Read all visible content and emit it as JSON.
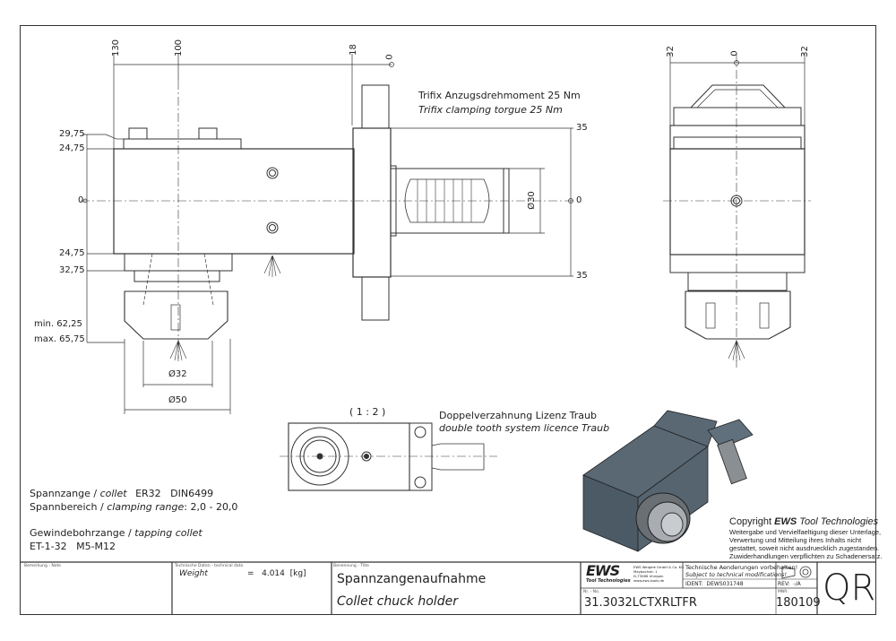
{
  "drawing": {
    "side_view": {
      "top_dims": [
        "130",
        "100",
        "18",
        "0"
      ],
      "left_dims": [
        "29,75",
        "24,75",
        "0",
        "24,75",
        "32,75",
        "min. 62,25",
        "max. 65,75"
      ],
      "bottom_dims": [
        "Ø32",
        "Ø50"
      ],
      "right_dims": [
        "35",
        "0",
        "35"
      ],
      "shank_dim": "Ø30"
    },
    "front_view": {
      "top_dims": [
        "32",
        "0",
        "32"
      ]
    },
    "torque_note": {
      "de": "Trifix Anzugsdrehmoment  25 Nm",
      "en": "Trifix clamping torgue  25 Nm"
    },
    "top_view": {
      "scale": "( 1 : 2 )",
      "note_de": "Doppelverzahnung Lizenz Traub",
      "note_en": "double tooth system licence Traub"
    },
    "specs": {
      "line1_de": "Spannzange /",
      "line1_en": "collet",
      "line1_val": "ER32   DIN6499",
      "line2_de": "Spannbereich /",
      "line2_en": "clamping range",
      "line2_val": ": 2,0 - 20,0",
      "line3_de": "Gewindebohrzange /",
      "line3_en": "tapping collet",
      "line4": "ET-1-32   M5-M12"
    },
    "copyright": {
      "title_prefix": "Copyright ",
      "title_brand": "EWS",
      "title_suffix": " Tool Technologies",
      "lines": [
        "Weitergabe und Vervielfaeltigung dieser Unterlage,",
        "Verwertung und Mitteilung ihres Inhalts nicht",
        "gestattet, soweit nicht ausdruecklich zugestanden.",
        "Zuwiderhandlungen verpflichten zu Schadenersatz."
      ]
    }
  },
  "title_block": {
    "note_label": "Bemerkung - Note",
    "tech_label": "Technische Daten - technical data",
    "weight_label": "Weight",
    "weight_value": "=   4.014  [kg]",
    "title_label": "Benennung - Title",
    "title_de": "Spannzangenaufnahme",
    "title_en": "Collet chuck holder",
    "logo_text": "EWS",
    "logo_sub": "Tool Technologies",
    "company_lines": [
      "EWS Weigele GmbH & Co. KG",
      "Maybachstr. 1",
      "D-73066 Uhingen",
      "www.ews-tools.de"
    ],
    "changes_de": "Technische Aenderungen vorbehalten!",
    "changes_en": "Subject to technical modifications!",
    "ident": "IDENT:  DEWS031748",
    "rev": "REV:  -/A",
    "nr_label": "Nr. - No.",
    "part_number": "31.3032LCTXRLTFR",
    "mnr_label": "MNR:",
    "mnr": "180109",
    "code": "QR"
  }
}
